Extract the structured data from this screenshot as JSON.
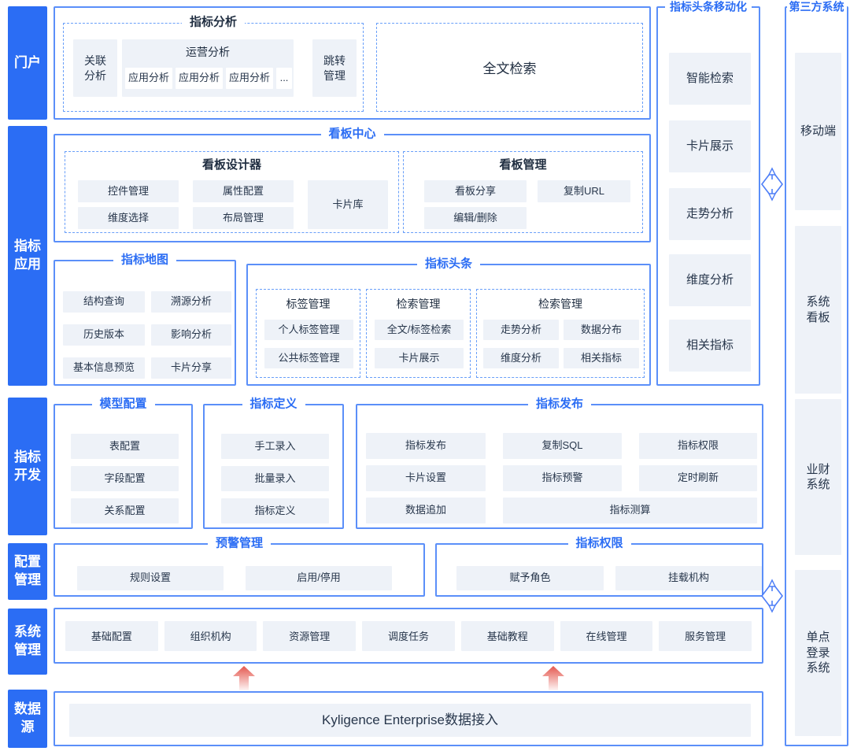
{
  "colors": {
    "accent": "#2b6df4",
    "border": "#5b8ff9",
    "dashed": "#699ff9",
    "chip_bg": "#eef2f8",
    "chip_text": "#27364b",
    "arrow_red": "#e4574e"
  },
  "sidebar": {
    "items": [
      {
        "label": "门户"
      },
      {
        "label": "指标\n应用"
      },
      {
        "label": "指标\n开发"
      },
      {
        "label": "配置\n管理"
      },
      {
        "label": "系统\n管理"
      },
      {
        "label": "数据\n源"
      }
    ]
  },
  "portal": {
    "analysis": {
      "title": "指标分析",
      "correlation": "关联\n分析",
      "operation": {
        "title": "运营分析",
        "chips": [
          "应用分析",
          "应用分析",
          "应用分析",
          "..."
        ]
      },
      "jump": "跳转\n管理"
    },
    "fulltext": "全文检索"
  },
  "dashboard": {
    "title": "看板中心",
    "designer": {
      "title": "看板设计器",
      "chips": [
        "控件管理",
        "属性配置",
        "维度选择",
        "布局管理"
      ],
      "card_library": "卡片库"
    },
    "management": {
      "title": "看板管理",
      "chips": [
        "看板分享",
        "复制URL",
        "编辑/删除"
      ]
    }
  },
  "map": {
    "title": "指标地图",
    "chips": [
      "结构查询",
      "溯源分析",
      "历史版本",
      "影响分析",
      "基本信息预览",
      "卡片分享"
    ]
  },
  "headlines": {
    "title": "指标头条",
    "groups": [
      {
        "title": "标签管理",
        "chips": [
          "个人标签管理",
          "公共标签管理"
        ]
      },
      {
        "title": "检索管理",
        "chips": [
          "全文/标签检索",
          "卡片展示"
        ]
      },
      {
        "title": "检索管理",
        "chips": [
          "走势分析",
          "数据分布",
          "维度分析",
          "相关指标"
        ]
      }
    ]
  },
  "model": {
    "title": "模型配置",
    "chips": [
      "表配置",
      "字段配置",
      "关系配置"
    ]
  },
  "definition": {
    "title": "指标定义",
    "chips": [
      "手工录入",
      "批量录入",
      "指标定义"
    ]
  },
  "publish": {
    "title": "指标发布",
    "chips": [
      "指标发布",
      "复制SQL",
      "指标权限",
      "卡片设置",
      "指标预警",
      "定时刷新",
      "数据追加"
    ],
    "wide_chip": "指标测算"
  },
  "alert": {
    "title": "预警管理",
    "chips": [
      "规则设置",
      "启用/停用"
    ]
  },
  "permission": {
    "title": "指标权限",
    "chips": [
      "赋予角色",
      "挂载机构"
    ]
  },
  "system": {
    "chips": [
      "基础配置",
      "组织机构",
      "资源管理",
      "调度任务",
      "基础教程",
      "在线管理",
      "服务管理"
    ]
  },
  "datasource": {
    "label": "Kyligence Enterprise数据接入"
  },
  "mobile": {
    "title": "指标头条移动化",
    "chips": [
      "智能检索",
      "卡片展示",
      "走势分析",
      "维度分析",
      "相关指标"
    ]
  },
  "third_party": {
    "title": "第三方系统",
    "chips": [
      "移动端",
      "系统\n看板",
      "业财\n系统",
      "单点\n登录\n系统"
    ]
  }
}
